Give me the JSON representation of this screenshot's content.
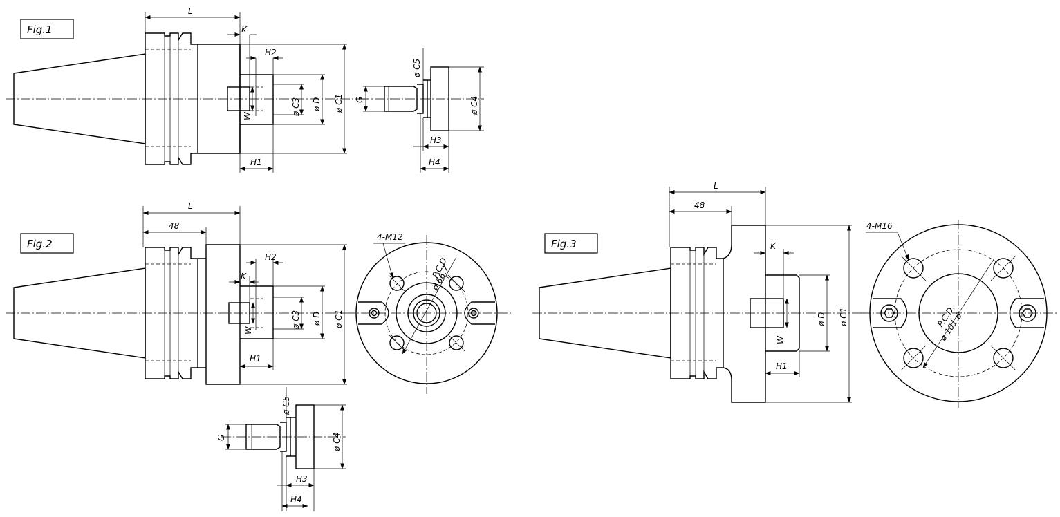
{
  "figures": {
    "fig1": {
      "label": "Fig.1"
    },
    "fig2": {
      "label": "Fig.2"
    },
    "fig3": {
      "label": "Fig.3"
    }
  },
  "dims": {
    "L": "L",
    "K": "K",
    "H1": "H1",
    "H2": "H2",
    "H3": "H3",
    "H4": "H4",
    "W": "W",
    "G": "G",
    "D": "ø D",
    "C1": "ø C1",
    "C3": "ø C3",
    "C4": "ø C4",
    "C5": "ø C5",
    "len48": "48"
  },
  "notes": {
    "fig2_threads": "4-M12",
    "fig2_pcd": "P.C.D.",
    "fig2_pcd_value": "ø 66.7",
    "fig3_threads": "4-M16",
    "fig3_pcd": "P.C.D.",
    "fig3_pcd_value": "ø 101.6"
  }
}
